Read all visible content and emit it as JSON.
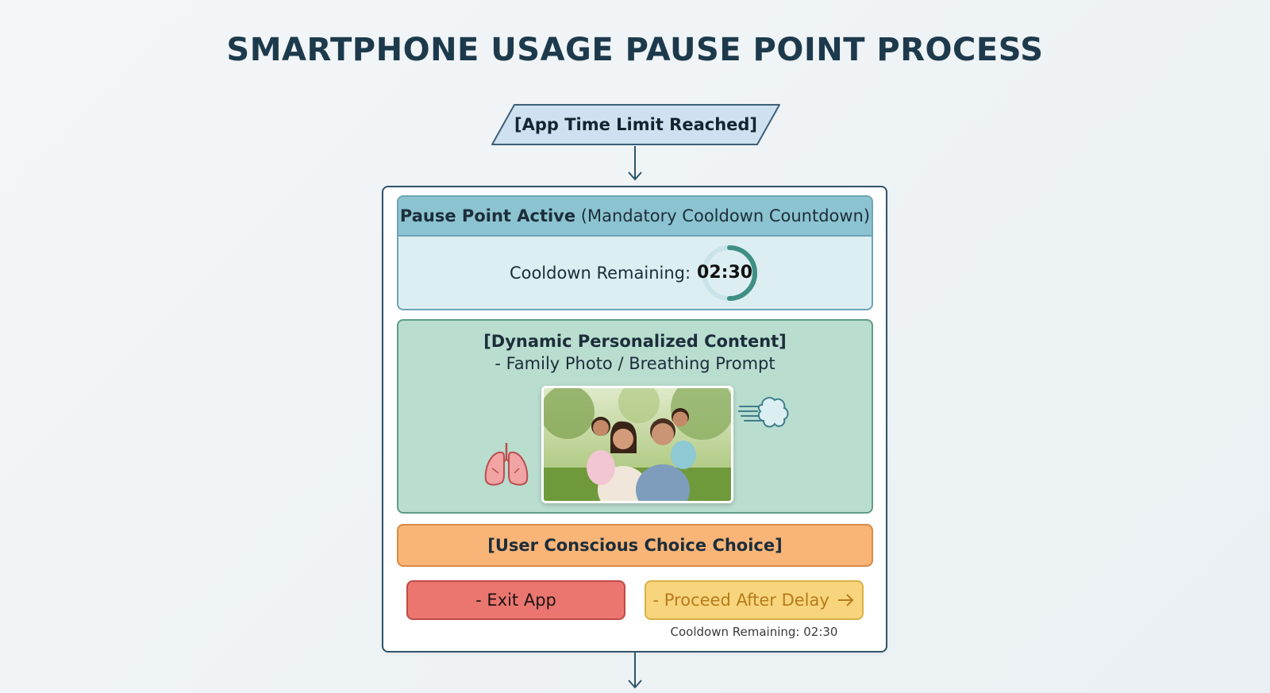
{
  "title": "SMARTPHONE USAGE PAUSE POINT PROCESS",
  "start_node": {
    "label": "[App Time Limit Reached]"
  },
  "pause_point": {
    "header_bold": "Pause Point Active",
    "header_rest": "(Mandatory Cooldown Countdown)",
    "cooldown_label": "Cooldown Remaining:",
    "timer_value": "02:30",
    "timer_progress_fraction": 0.5
  },
  "content": {
    "title": "[Dynamic Personalized Content]",
    "subtitle": "- Family Photo / Breathing Prompt",
    "icons": [
      "lungs-icon",
      "breath-cloud-icon"
    ]
  },
  "choice": {
    "label": "[User Conscious Choice Choice]"
  },
  "buttons": {
    "exit_label": "- Exit App",
    "proceed_label": "- Proceed After Delay",
    "proceed_note": "Cooldown Remaining: 02:30"
  },
  "colors": {
    "header_teal": "#8cc3d1",
    "content_green": "#b9ddcf",
    "choice_orange": "#f8b577",
    "exit_red": "#eb7670",
    "proceed_yellow": "#f8d57c",
    "timer_ring": "#3f8f84"
  }
}
